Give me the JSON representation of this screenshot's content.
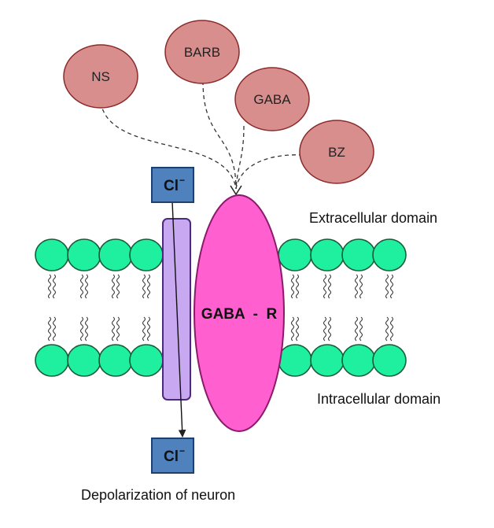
{
  "ligands": [
    {
      "key": "ns",
      "label": "NS"
    },
    {
      "key": "barb",
      "label": "BARB"
    },
    {
      "key": "gaba",
      "label": "GABA"
    },
    {
      "key": "bz",
      "label": "BZ"
    }
  ],
  "receptor": {
    "label": "GABA  -  R"
  },
  "ion": {
    "symbol": "Cl",
    "charge": "−"
  },
  "domains": {
    "extracellular": "Extracellular domain",
    "intracellular": "Intracellular domain"
  },
  "outcome": "Depolarization of neuron",
  "colors": {
    "ligand_fill": "#d98e8e",
    "lipid_head": "#1ef0a0",
    "receptor": "#ff5fcf",
    "channel": "#c8a8f0",
    "ion_box": "#4f81bd"
  }
}
